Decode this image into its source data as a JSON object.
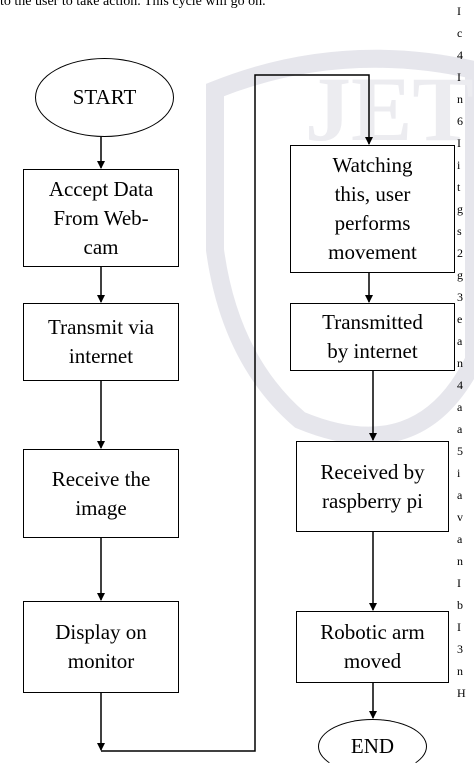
{
  "caption": "to the user to take action. This cycle will go on.",
  "watermark": {
    "text": "JET"
  },
  "flowchart": {
    "left": [
      {
        "id": "start",
        "label": "START"
      },
      {
        "id": "accept",
        "label": "Accept Data\nFrom Web-\ncam"
      },
      {
        "id": "transmit",
        "label": "Transmit via\ninternet"
      },
      {
        "id": "receive",
        "label": "Receive the\nimage"
      },
      {
        "id": "display",
        "label": "Display on\nmonitor"
      }
    ],
    "right": [
      {
        "id": "watching",
        "label": "Watching\nthis, user\nperforms\nmovement"
      },
      {
        "id": "transmitted",
        "label": "Transmitted\nby internet"
      },
      {
        "id": "received",
        "label": "Received by\nraspberry pi"
      },
      {
        "id": "robotic",
        "label": "Robotic arm\nmoved"
      },
      {
        "id": "end",
        "label": "END"
      }
    ]
  },
  "edge_text": [
    "I",
    "c",
    "4",
    "I",
    "n",
    "6",
    "I",
    "i",
    "t",
    "g",
    "s",
    "2",
    "g",
    "3",
    "e",
    "a",
    "n",
    "4",
    "a",
    "a",
    "5",
    "i",
    "a",
    "v",
    "a",
    "n",
    "I",
    "b",
    "I",
    "3",
    "n",
    "H"
  ]
}
